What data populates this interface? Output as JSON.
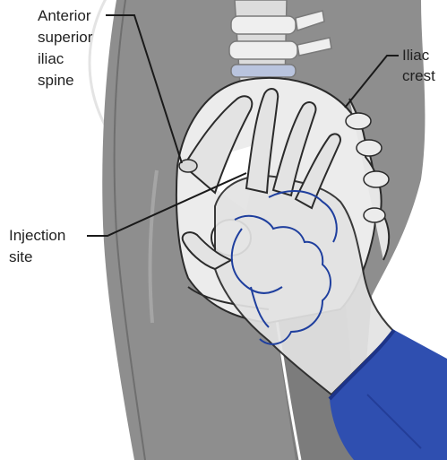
{
  "labels": {
    "asis": [
      "Anterior",
      "superior",
      "iliac",
      "spine"
    ],
    "crest": [
      "Iliac",
      "crest"
    ],
    "injection": [
      "Injection",
      "site"
    ]
  },
  "colors": {
    "body_gray": "#8e8e8e",
    "body_dark": "#6f6f6f",
    "bone": "#ececec",
    "hand": "#e3e3e3",
    "vessel": "#1f3f9e",
    "sleeve": "#2f4fb0",
    "sleeve_dark": "#1d3488",
    "watermark": "#c9c9c9",
    "outline": "#2b2b2b"
  },
  "icons": {
    "figure": "hip-pelvis-gluteal-illustration",
    "gloved_hand": "gloved-hand-illustration"
  }
}
